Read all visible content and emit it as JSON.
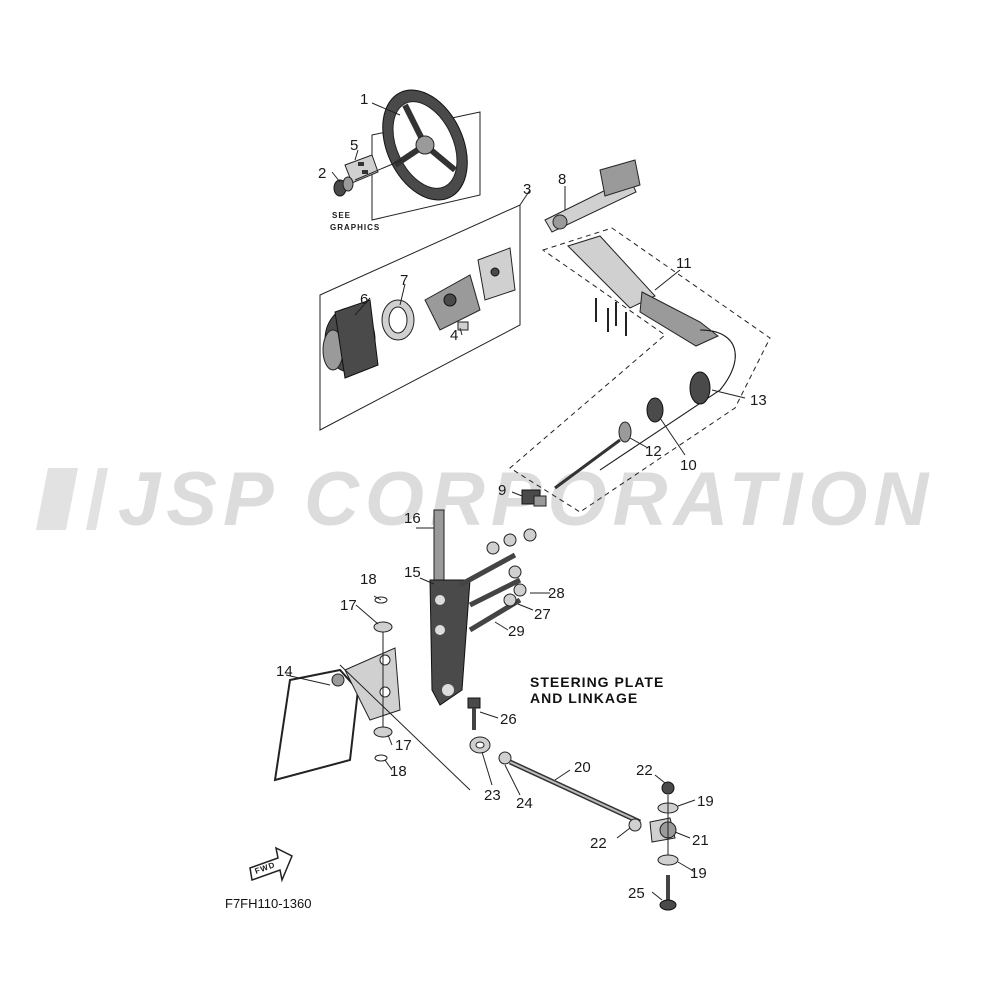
{
  "watermark": "JSP CORPORATION",
  "diagram_title_line1": "STEERING PLATE",
  "diagram_title_line2": "AND LINKAGE",
  "figure_code": "F7FH110-1360",
  "see_graphics_line1": "SEE",
  "see_graphics_line2": "GRAPHICS",
  "fwd_label": "FWD",
  "callouts": {
    "c1": "1",
    "c2": "2",
    "c3": "3",
    "c4": "4",
    "c5": "5",
    "c6": "6",
    "c7": "7",
    "c8": "8",
    "c9": "9",
    "c10": "10",
    "c11": "11",
    "c12": "12",
    "c13": "13",
    "c14": "14",
    "c15": "15",
    "c16": "16",
    "c17a": "17",
    "c17b": "17",
    "c18a": "18",
    "c18b": "18",
    "c19a": "19",
    "c19b": "19",
    "c20": "20",
    "c21": "21",
    "c22a": "22",
    "c22b": "22",
    "c23": "23",
    "c24": "24",
    "c25": "25",
    "c26": "26",
    "c27": "27",
    "c28": "28",
    "c29": "29"
  }
}
